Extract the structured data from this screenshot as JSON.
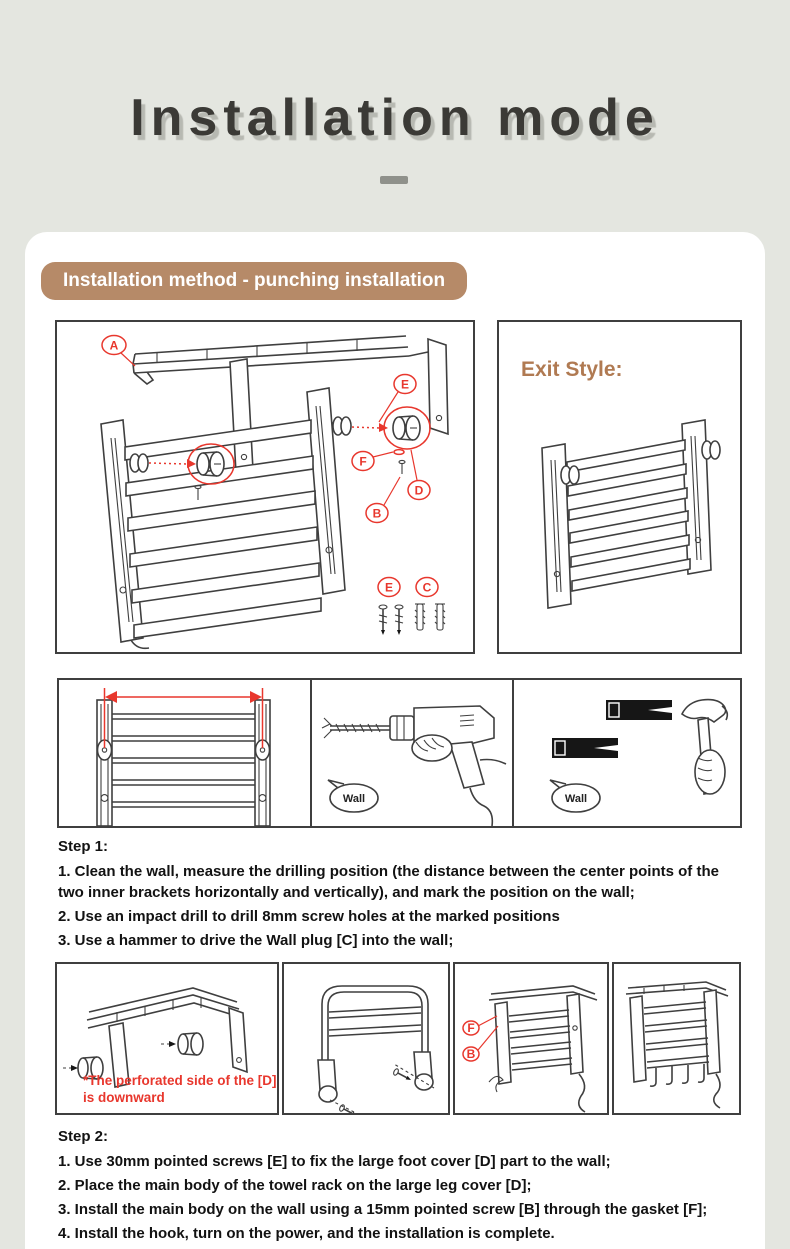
{
  "header": {
    "title": "Installation mode"
  },
  "badge": {
    "label": "Installation method - punching installation"
  },
  "diagram_main": {
    "callouts": {
      "a": "A",
      "e": "E",
      "f": "F",
      "d": "D",
      "b": "B"
    },
    "legend": {
      "e": "E",
      "c": "C"
    }
  },
  "exit_style": {
    "label": "Exit Style:"
  },
  "tools_panel": {
    "wall_label": "Wall"
  },
  "step1": {
    "title": "Step 1:",
    "items": [
      "1. Clean the wall, measure the drilling position (the distance between the center points of the two inner brackets horizontally and vertically), and mark the position on the wall;",
      "2. Use an impact drill to drill 8mm screw holes at the marked positions",
      "3. Use a hammer to drive the Wall plug [C] into the wall;"
    ]
  },
  "step2_boxes": {
    "note": "*The perforated side of the [D] is downward",
    "callouts": {
      "f": "F",
      "b": "B"
    }
  },
  "step2": {
    "title": "Step 2:",
    "items": [
      "1. Use 30mm pointed screws [E] to fix the large foot cover [D] part to the wall;",
      "2. Place the main body of the towel rack on the large leg cover [D];",
      "3. Install the main body on the wall using a 15mm pointed screw [B] through the gasket [F];",
      "4. Install the hook, turn on the power, and the installation is complete."
    ]
  },
  "colors": {
    "accent_tan": "#b68a68",
    "red": "#e8372d",
    "line_art": "#3f3f3f",
    "page_bg": "#e4e6e0"
  }
}
